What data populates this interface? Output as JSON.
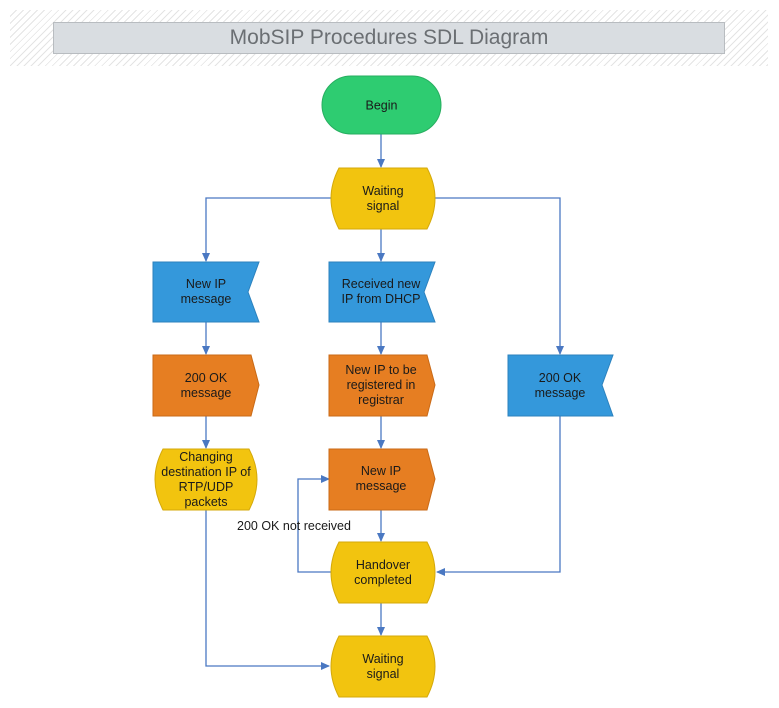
{
  "title": "MobSIP Procedures SDL Diagram",
  "colors": {
    "green": "#2ecc71",
    "yellow": "#f2c40f",
    "blue": "#3498db",
    "orange": "#e67e22",
    "connector": "#4a78c2"
  },
  "nodes": {
    "begin": "Begin",
    "waiting_top": [
      "Waiting",
      "signal"
    ],
    "new_ip_message_left": [
      "New IP",
      "message"
    ],
    "received_new_ip": [
      "Received new",
      "IP from DHCP"
    ],
    "ok_left": [
      "200 OK",
      "message"
    ],
    "new_ip_registered": [
      "New IP to be",
      "registered in",
      "registrar"
    ],
    "ok_right": [
      "200 OK",
      "message"
    ],
    "changing_destination": [
      "Changing",
      "destination IP of",
      "RTP/UDP",
      "packets"
    ],
    "new_ip_message_center": [
      "New IP",
      "message"
    ],
    "handover_completed": [
      "Handover",
      "completed"
    ],
    "waiting_bottom": [
      "Waiting",
      "signal"
    ]
  },
  "edge_labels": {
    "loop": "200 OK not received"
  }
}
